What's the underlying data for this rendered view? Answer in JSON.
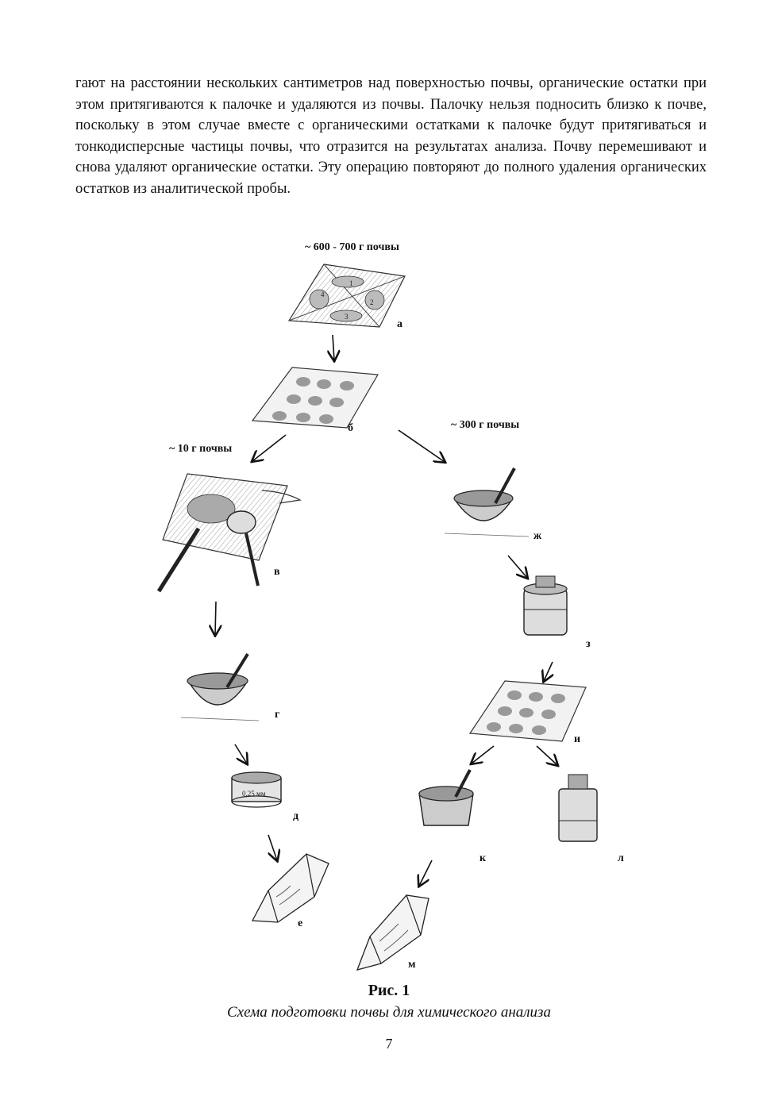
{
  "paragraph": "гают на расстоянии нескольких сантиметров над поверхностью почвы, органические остатки при этом притягиваются к палочке и удаляются из почвы. Палочку нельзя подносить близко к почве, поскольку в этом случае вместе с органическими остатками к палочке будут притягиваться и тонкодисперсные частицы почвы, что отразится на результатах анализа. Почву перемешивают и снова удаляют органические остатки. Эту операцию повторяют до полного удаления органических остатков из аналитической пробы.",
  "figure": {
    "amounts": {
      "top": "~ 600 - 700 г почвы",
      "left": "~ 10 г почвы",
      "right": "~ 300 г почвы"
    },
    "step_labels": {
      "a": "а",
      "b": "б",
      "v": "в",
      "g": "г",
      "d": "д",
      "e": "е",
      "zh": "ж",
      "z": "з",
      "i": "и",
      "k": "к",
      "l": "л",
      "m": "м"
    },
    "sieve_text": "0,25 мм",
    "quadrants": [
      "1",
      "2",
      "3",
      "4"
    ],
    "caption_title": "Рис. 1",
    "caption_subtitle": "Схема подготовки почвы для химического анализа"
  },
  "page_number": "7"
}
